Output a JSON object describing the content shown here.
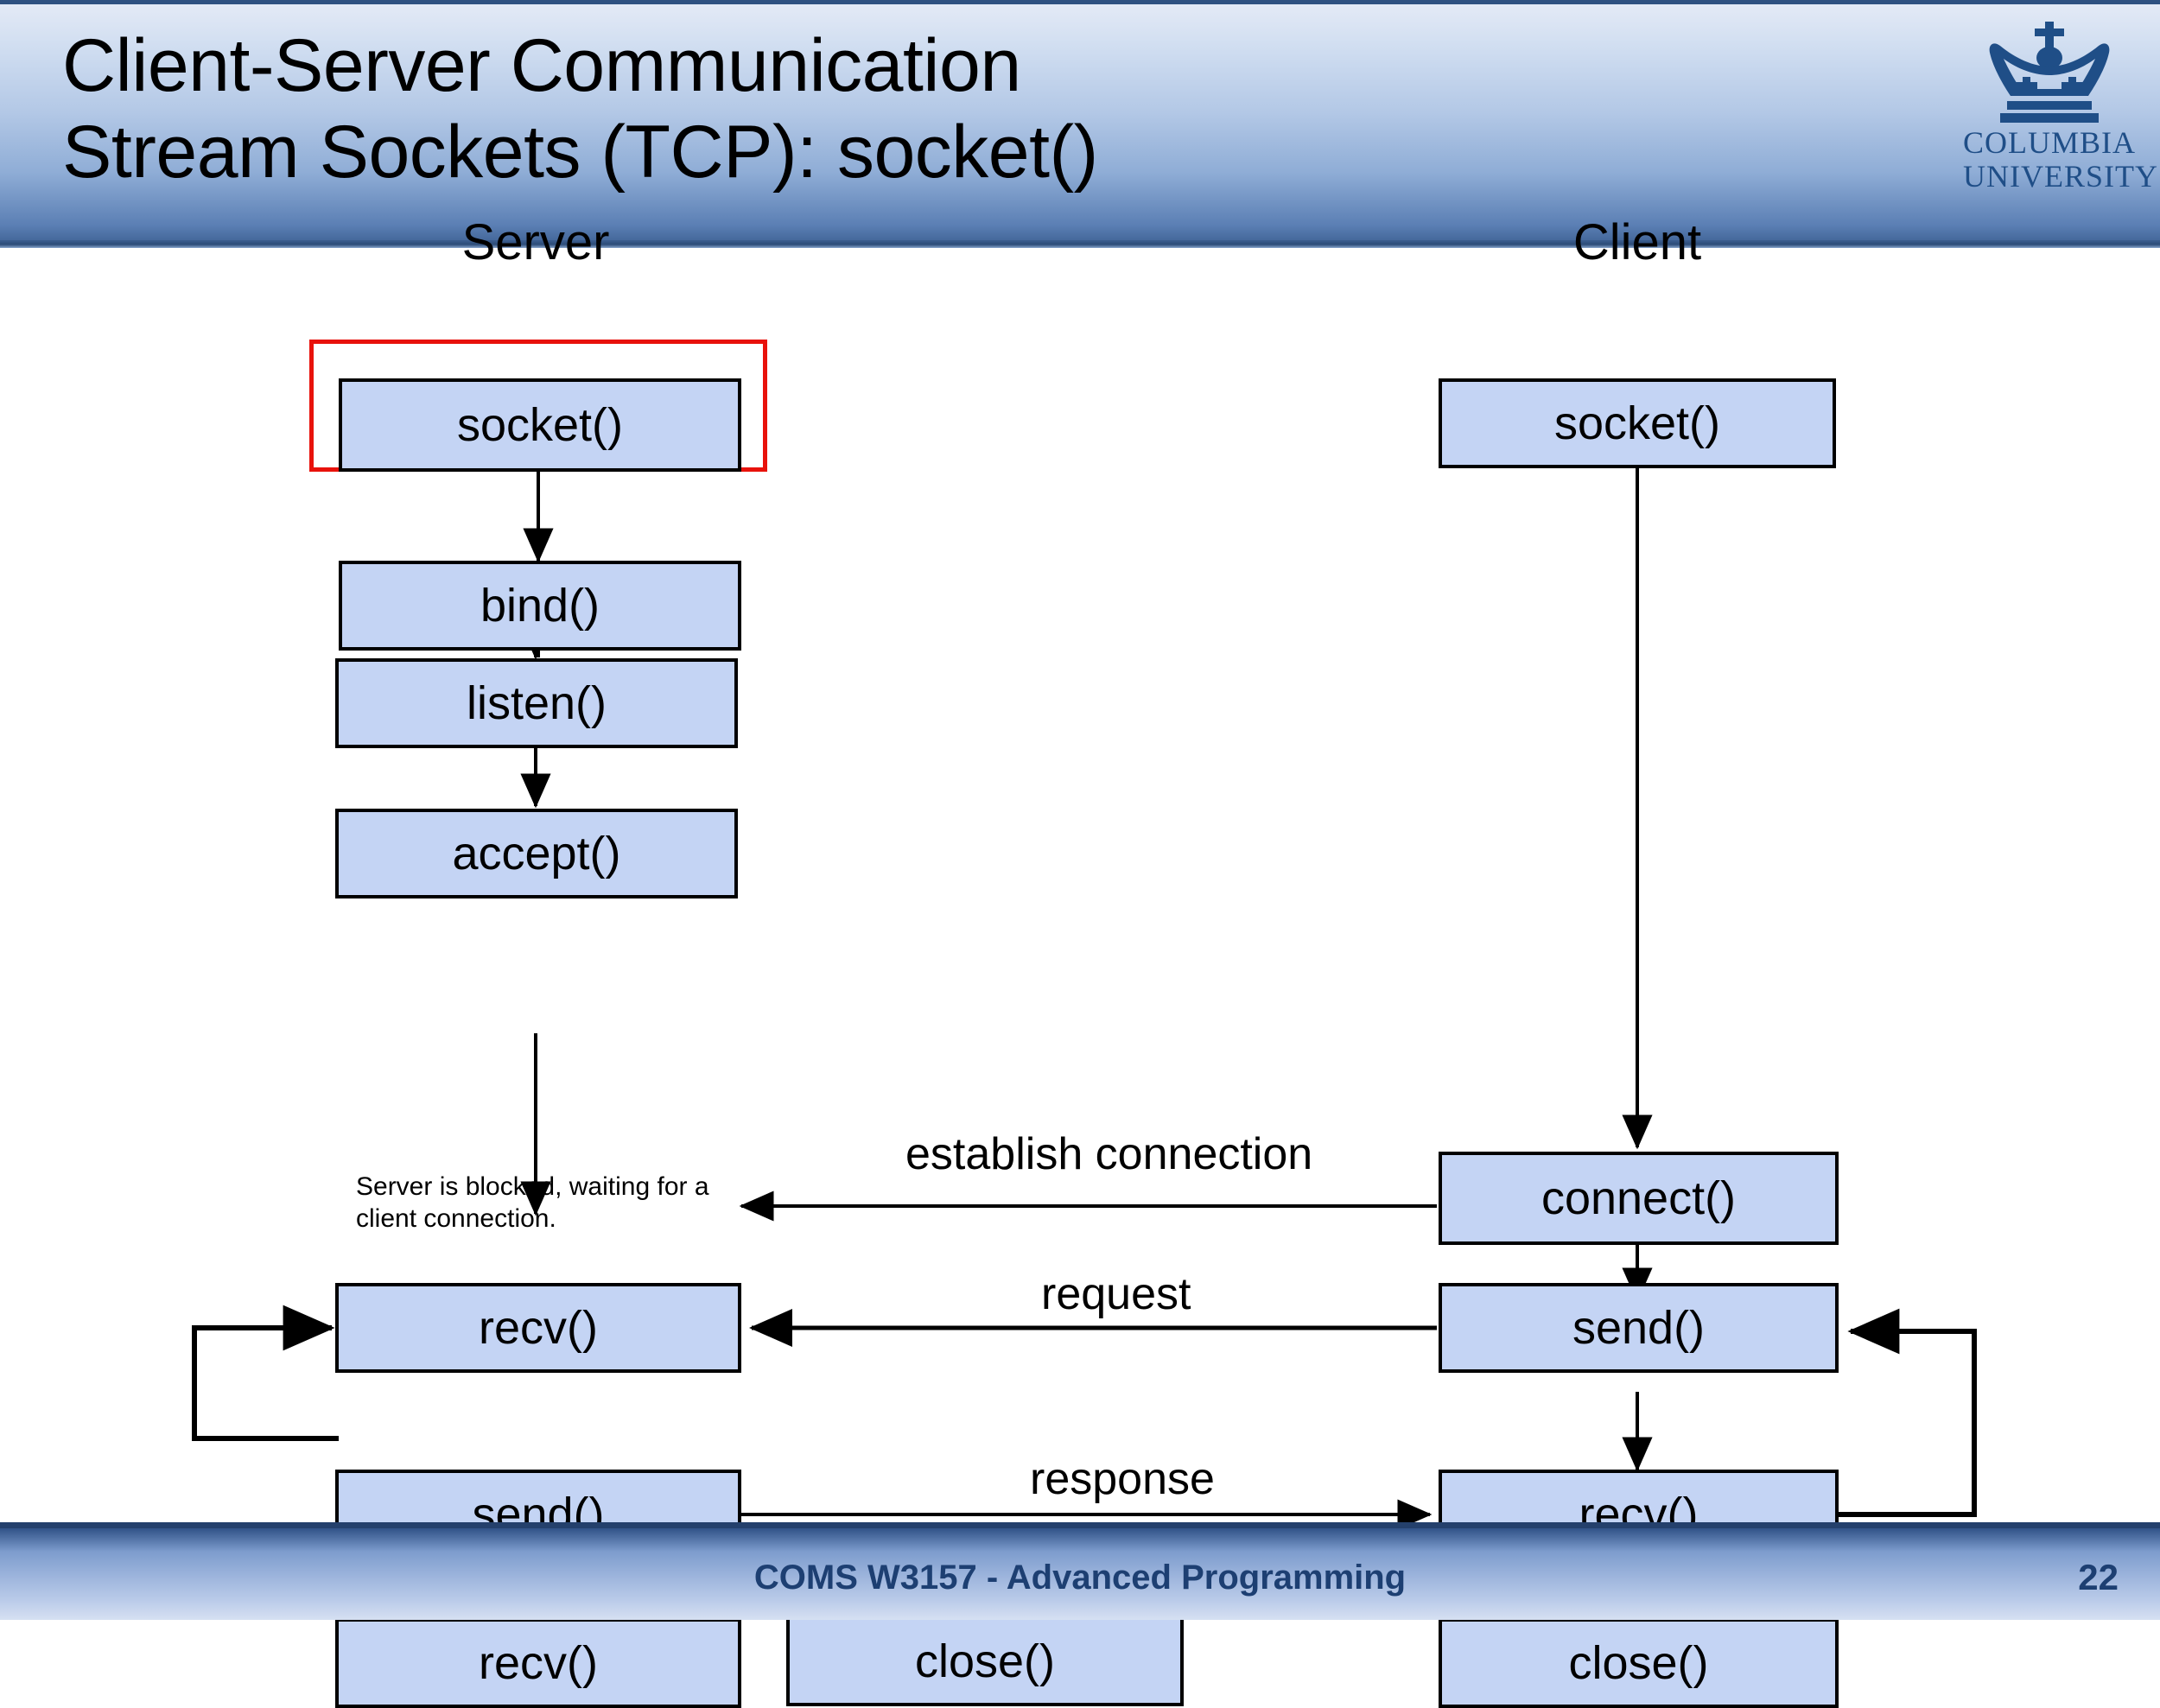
{
  "header": {
    "title": "Client-Server Communication\nStream Sockets (TCP): socket()",
    "logo": {
      "crown_icon": "columbia-crown-icon",
      "line1": "COLUMBIA",
      "line2": "UNIVERSITY"
    }
  },
  "diagram": {
    "server_label": "Server",
    "client_label": "Client",
    "blocked_note": "Server is blocked, waiting for a client connection.",
    "highlight_color": "#e8120b",
    "box_fill": "#c4d4f4",
    "box_stroke": "#000000",
    "server_nodes": [
      {
        "label": "socket()"
      },
      {
        "label": "bind()"
      },
      {
        "label": "listen()"
      },
      {
        "label": "accept()"
      },
      {
        "label": "recv()"
      },
      {
        "label": "send()"
      },
      {
        "label": "recv()"
      },
      {
        "label": "close()"
      }
    ],
    "client_nodes": [
      {
        "label": "socket()"
      },
      {
        "label": "connect()"
      },
      {
        "label": "send()"
      },
      {
        "label": "recv()"
      },
      {
        "label": "close()"
      }
    ],
    "flow_labels": [
      {
        "text": "establish connection"
      },
      {
        "text": "request"
      },
      {
        "text": "response"
      }
    ]
  },
  "footer": {
    "course": "COMS W3157 - Advanced Programming",
    "page_number": "22"
  }
}
